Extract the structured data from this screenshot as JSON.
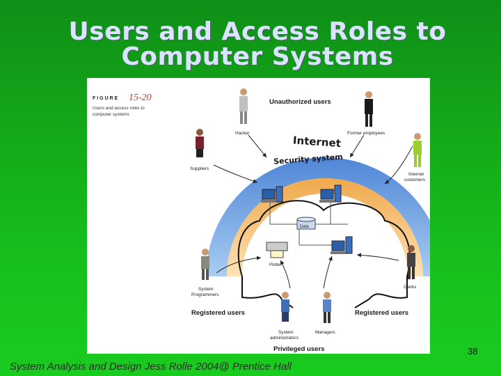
{
  "slide": {
    "title_line1": "Users and Access Roles to",
    "title_line2": "Computer Systems",
    "page_number": "38",
    "footer": "System Analysis and Design Jess Rolle 2004@ Prentice Hall"
  },
  "figure": {
    "figure_word": "F I G U R E",
    "figure_number": "15-20",
    "caption_line1": "Users and access roles to",
    "caption_line2": "computer systems",
    "internet_label": "Internet",
    "security_label": "Security system",
    "data_label": "Data",
    "plotter_label": "Plotter",
    "labels": {
      "unauthorized": "Unauthorized users",
      "hacker": "Hacker",
      "former_employees": "Former employees",
      "suppliers": "Suppliers",
      "internet_customers_1": "Internet",
      "internet_customers_2": "customers",
      "system_programmers_1": "System",
      "system_programmers_2": "Programmers",
      "clerks": "Clerks",
      "registered_left": "Registered users",
      "registered_right": "Registered users",
      "sysadmin_1": "System",
      "sysadmin_2": "administrators",
      "managers": "Managers",
      "privileged": "Privileged users"
    }
  },
  "colors": {
    "internet_band": "#7fb2e6",
    "security_band": "#f5c27a",
    "title_text": "#d9e4ff",
    "background": "#14a81a"
  }
}
